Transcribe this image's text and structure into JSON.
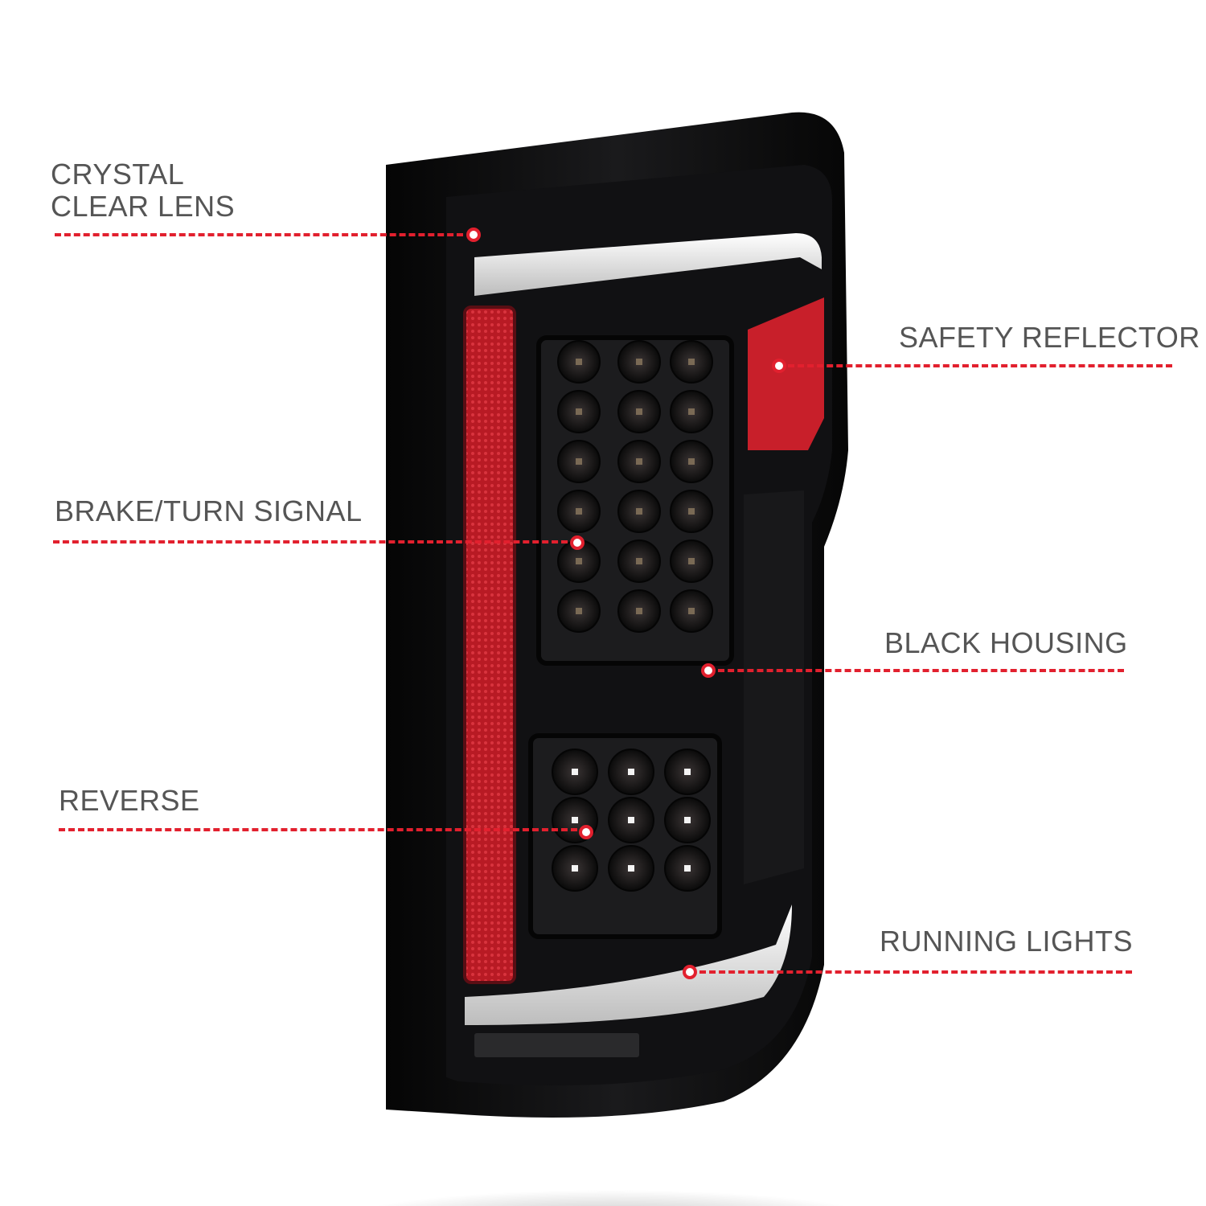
{
  "colors": {
    "accent": "#e2202e",
    "label_text": "#555555",
    "housing": "#0d0d0e",
    "reflector": "#c81f2a",
    "light_bar": "#f2f2f2"
  },
  "callouts": {
    "crystal_clear_lens": "CRYSTAL\nCLEAR LENS",
    "safety_reflector": "SAFETY REFLECTOR",
    "brake_turn_signal": "BRAKE/TURN SIGNAL",
    "black_housing": "BLACK HOUSING",
    "reverse": "REVERSE",
    "running_lights": "RUNNING LIGHTS"
  }
}
